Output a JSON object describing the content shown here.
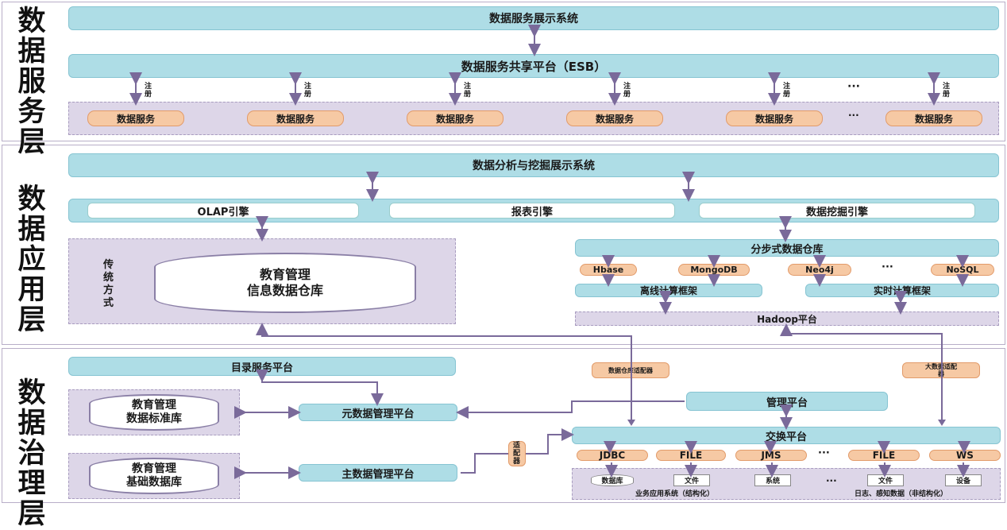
{
  "layers": {
    "service": {
      "label": "数据服务层"
    },
    "application": {
      "label": "数据应用层"
    },
    "governance": {
      "label": "数据治理层"
    }
  },
  "service": {
    "display_system": "数据服务展示系统",
    "esb": "数据服务共享平台（ESB）",
    "register_label": "注册",
    "ellipsis": "···",
    "services": [
      "数据服务",
      "数据服务",
      "数据服务",
      "数据服务",
      "数据服务",
      "数据服务"
    ]
  },
  "application": {
    "mining_display": "数据分析与挖掘展示系统",
    "engines": [
      "OLAP引擎",
      "报表引擎",
      "数据挖掘引擎"
    ],
    "traditional": "传统方式",
    "edu_warehouse": "教育管理\n信息数据仓库",
    "distributed_warehouse": "分步式数据仓库",
    "stores": [
      "Hbase",
      "MongoDB",
      "Neo4j",
      "NoSQL"
    ],
    "ellipsis": "···",
    "offline": "离线计算框架",
    "realtime": "实时计算框架",
    "hadoop": "Hadoop平台"
  },
  "governance": {
    "catalog": "目录服务平台",
    "edu_standard": "教育管理\n数据标准库",
    "edu_basic": "教育管理\n基础数据库",
    "metadata": "元数据管理平台",
    "masterdata": "主数据管理平台",
    "adapter": "适配器",
    "dw_adapter": "数据仓库适配器",
    "bigdata_adapter": "大数据适配器",
    "management": "管理平台",
    "exchange": "交换平台",
    "interfaces": [
      "JDBC",
      "FILE",
      "JMS",
      "FILE",
      "WS"
    ],
    "ellipsis": "···",
    "sources": [
      "数据库",
      "文件",
      "系统",
      "文件",
      "设备"
    ],
    "caption_structured": "业务应用系统（结构化）",
    "caption_unstructured": "日志、感知数据（非结构化）"
  },
  "colors": {
    "bar": "#aedde6",
    "pill": "#f6c9a4",
    "dashed": "#ddd6e8",
    "arrow": "#7a6a9a"
  }
}
